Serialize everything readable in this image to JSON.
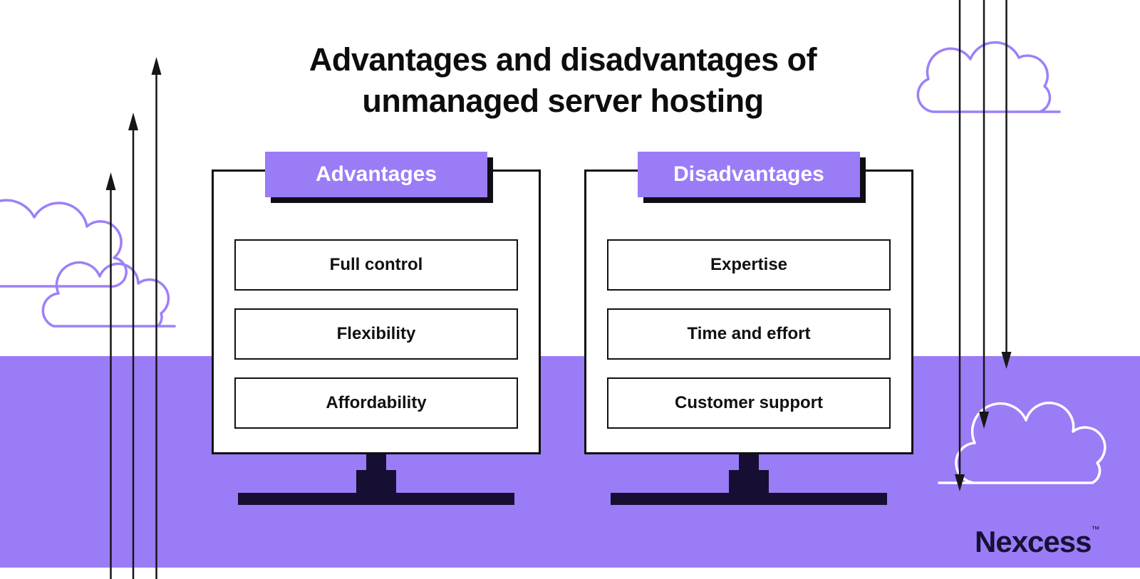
{
  "title": {
    "line1": "Advantages and disadvantages of",
    "line2": "unmanaged server hosting"
  },
  "panels": [
    {
      "header": "Advantages",
      "items": [
        "Full control",
        "Flexibility",
        "Affordability"
      ]
    },
    {
      "header": "Disadvantages",
      "items": [
        "Expertise",
        "Time and effort",
        "Customer support"
      ]
    }
  ],
  "brand": {
    "name": "Nexcess",
    "trademark": "™"
  },
  "colors": {
    "purple": "#9b7cf7",
    "stand_dark": "#160f33",
    "text_black": "#0d0d0d",
    "tab_text": "#ffffff",
    "cloud_white": "#ffffff",
    "brand_navy": "#171137"
  }
}
